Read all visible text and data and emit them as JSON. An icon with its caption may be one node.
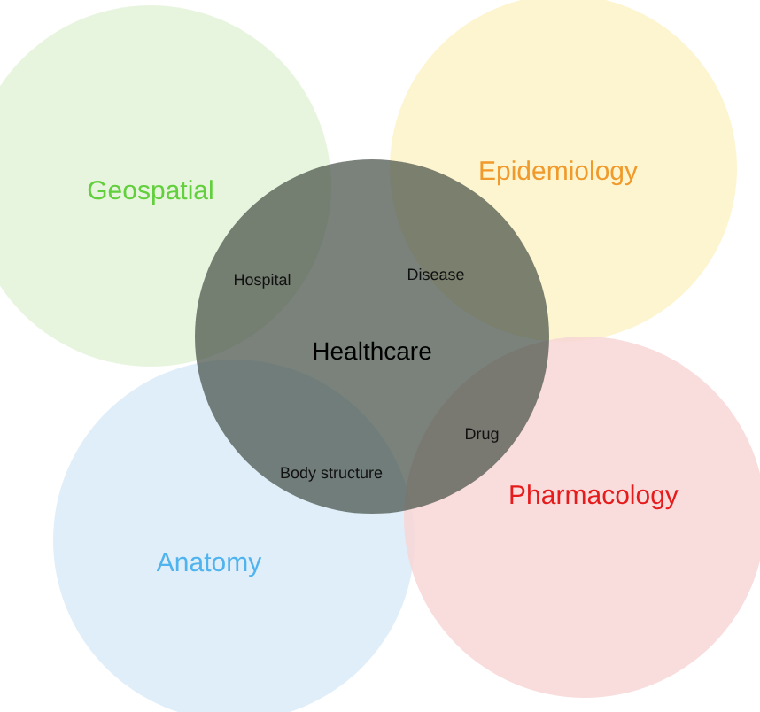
{
  "diagram": {
    "nodes": [
      {
        "text": [
          "Geospatial"
        ]
      },
      {
        "text": [
          "Epidemiology"
        ]
      },
      {
        "text": [
          "Healthcare"
        ]
      },
      {
        "text": [
          "Anatomy"
        ]
      },
      {
        "text": [
          "Pharmacology"
        ]
      }
    ],
    "labels": [
      "Hospital",
      "Disease",
      "Drug",
      "Body structure"
    ]
  }
}
